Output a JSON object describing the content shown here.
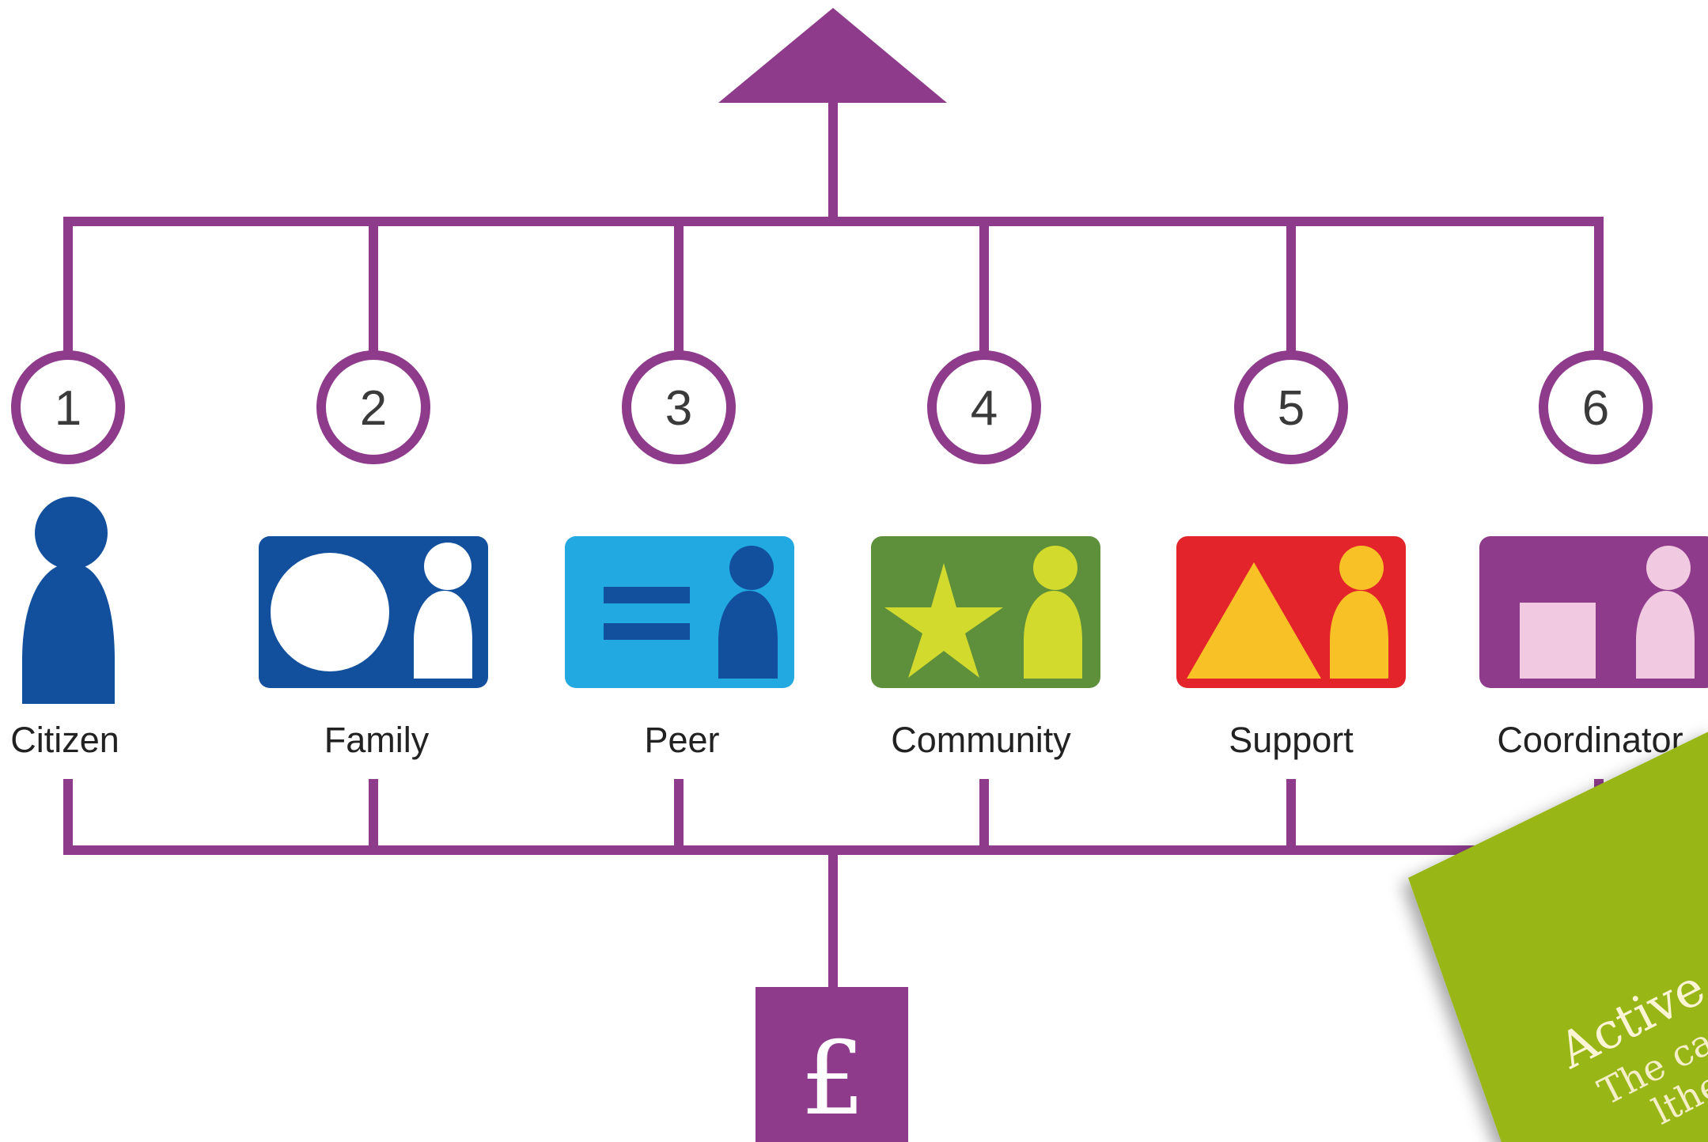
{
  "colors": {
    "line": "#8e3b8c",
    "citizen": "#12509e",
    "family_bg": "#12509e",
    "family_fg": "#ffffff",
    "peer_bg": "#22a9e1",
    "peer_fg": "#12509e",
    "community_bg": "#5e8f3a",
    "community_fg": "#d3da2e",
    "support_bg": "#e3252b",
    "support_fg": "#f8c226",
    "coordinator_bg": "#8e3b8c",
    "coordinator_fg": "#f1c9e0",
    "book": "#98b617"
  },
  "nodes": [
    {
      "number": "1",
      "label": "Citizen",
      "icon": "citizen-person-icon"
    },
    {
      "number": "2",
      "label": "Family",
      "icon": "family-circle-icon"
    },
    {
      "number": "3",
      "label": "Peer",
      "icon": "peer-equals-icon"
    },
    {
      "number": "4",
      "label": "Community",
      "icon": "community-star-icon"
    },
    {
      "number": "5",
      "label": "Support",
      "icon": "support-triangle-icon"
    },
    {
      "number": "6",
      "label": "Coordinator",
      "icon": "coordinator-square-icon"
    }
  ],
  "funding": {
    "symbol": "£",
    "icon": "pound-icon"
  },
  "top_arrow": {
    "icon": "arrow-up-icon"
  },
  "book": {
    "title": "Active P",
    "subtitle": "The case",
    "fragment": "lthe"
  }
}
